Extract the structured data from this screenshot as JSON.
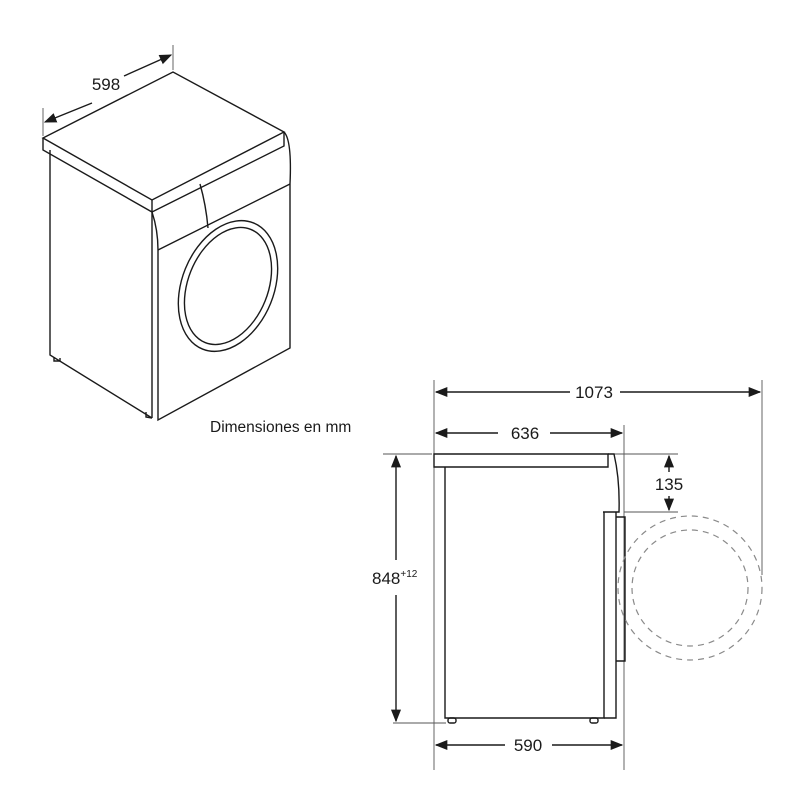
{
  "caption": "Dimensiones en mm",
  "isometric_view": {
    "width_label": "598"
  },
  "side_view": {
    "total_depth_door_open_label": "1073",
    "depth_label": "636",
    "top_offset_label": "135",
    "height_label": "848",
    "height_tolerance": "+12",
    "base_depth_label": "590"
  },
  "colors": {
    "line": "#1a1a1a",
    "dashed": "#8a8a8a",
    "background": "#ffffff"
  }
}
